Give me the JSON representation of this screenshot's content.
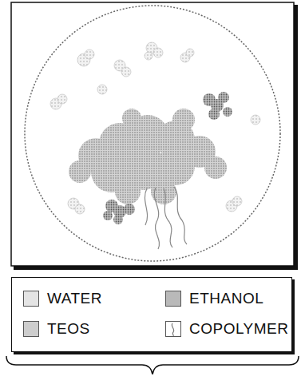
{
  "diagram": {
    "legend": [
      {
        "text": "WATER",
        "color": "#e4e4e4"
      },
      {
        "text": "ETHANOL",
        "color": "#b9b9b9"
      },
      {
        "text": "TEOS",
        "color": "#cdcdcd"
      },
      {
        "text": "COPOLYMER"
      }
    ]
  }
}
